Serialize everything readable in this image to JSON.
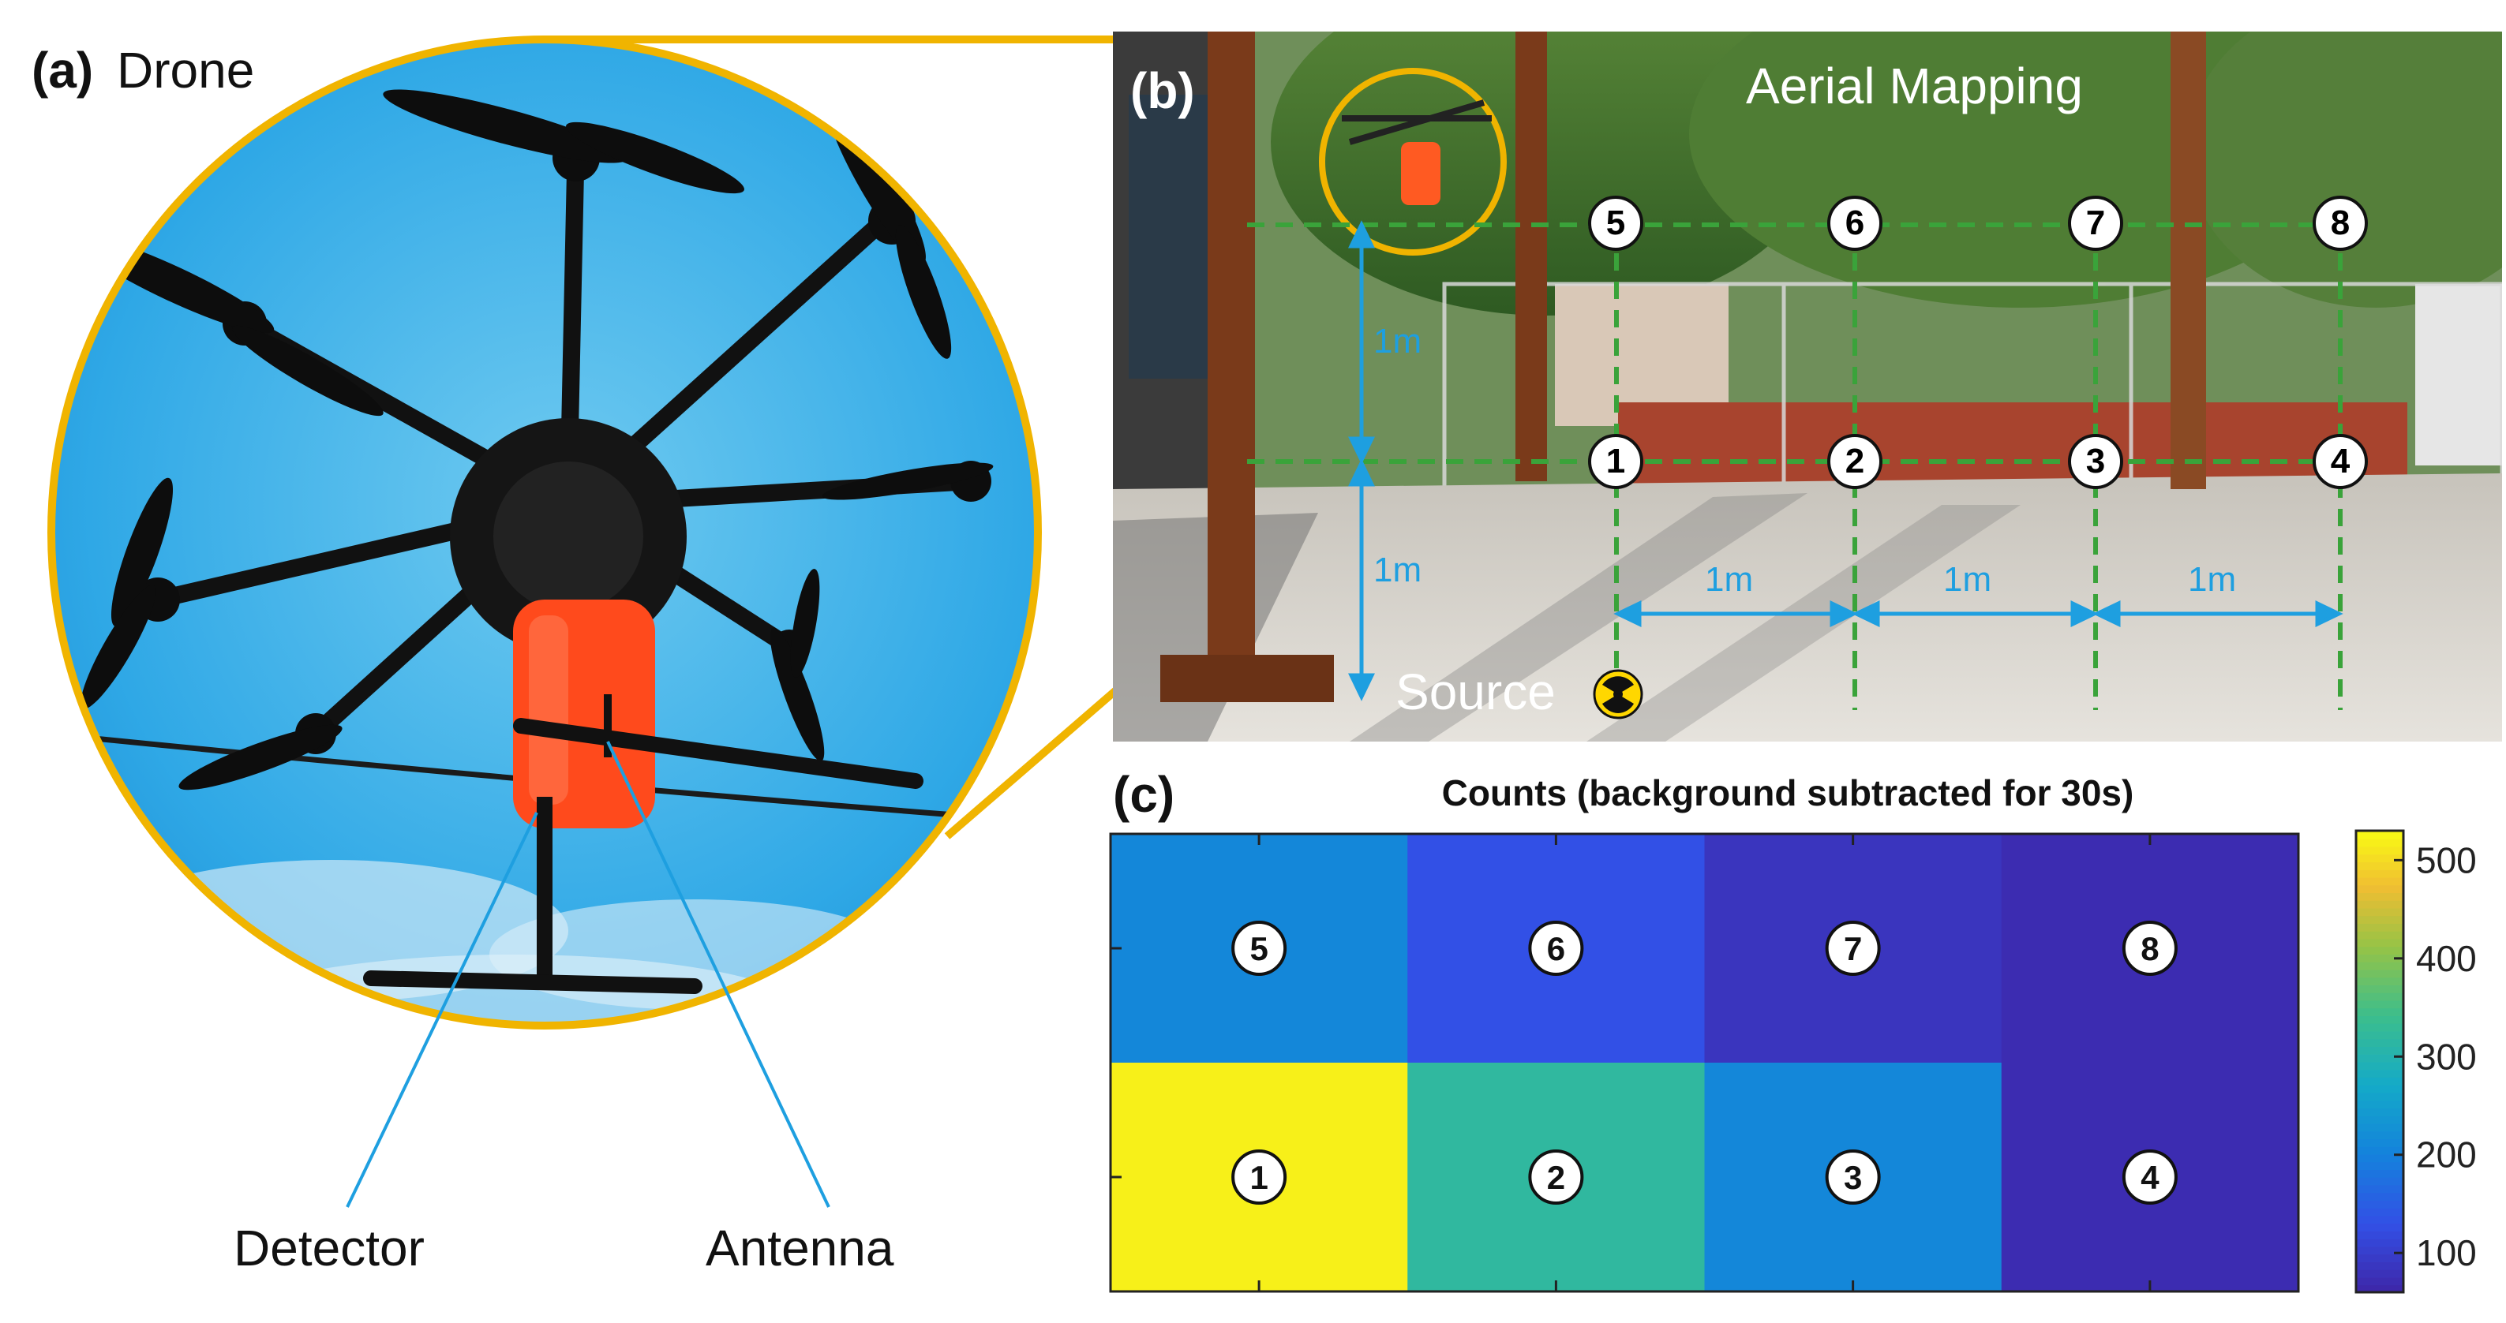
{
  "panel_a": {
    "label": "(a)",
    "title": "Drone",
    "annotations": {
      "detector": "Detector",
      "antenna": "Antenna"
    }
  },
  "panel_b": {
    "label": "(b)",
    "title": "Aerial Mapping",
    "points_top": [
      "5",
      "6",
      "7",
      "8"
    ],
    "points_bottom": [
      "1",
      "2",
      "3",
      "4"
    ],
    "dim_vertical_upper": "1m",
    "dim_vertical_lower": "1m",
    "dim_horizontal": [
      "1m",
      "1m",
      "1m"
    ],
    "source_label": "Source",
    "colors": {
      "grid": "#3aa33a",
      "dimension": "#1e9fe0",
      "highlight": "#f0b400"
    }
  },
  "chart_data": {
    "type": "heatmap",
    "title": "Counts (background subtracted for 30s)",
    "rows": [
      {
        "cells": [
          {
            "label": "5",
            "value": 210
          },
          {
            "label": "6",
            "value": 130
          },
          {
            "label": "7",
            "value": 85
          },
          {
            "label": "8",
            "value": 70
          }
        ]
      },
      {
        "cells": [
          {
            "label": "1",
            "value": 520
          },
          {
            "label": "2",
            "value": 320
          },
          {
            "label": "3",
            "value": 210
          },
          {
            "label": "4",
            "value": 70
          }
        ]
      }
    ],
    "colorbar": {
      "min": 60,
      "max": 530,
      "ticks": [
        100,
        200,
        300,
        400,
        500
      ]
    },
    "colormap": "parula",
    "label": "(c)"
  }
}
